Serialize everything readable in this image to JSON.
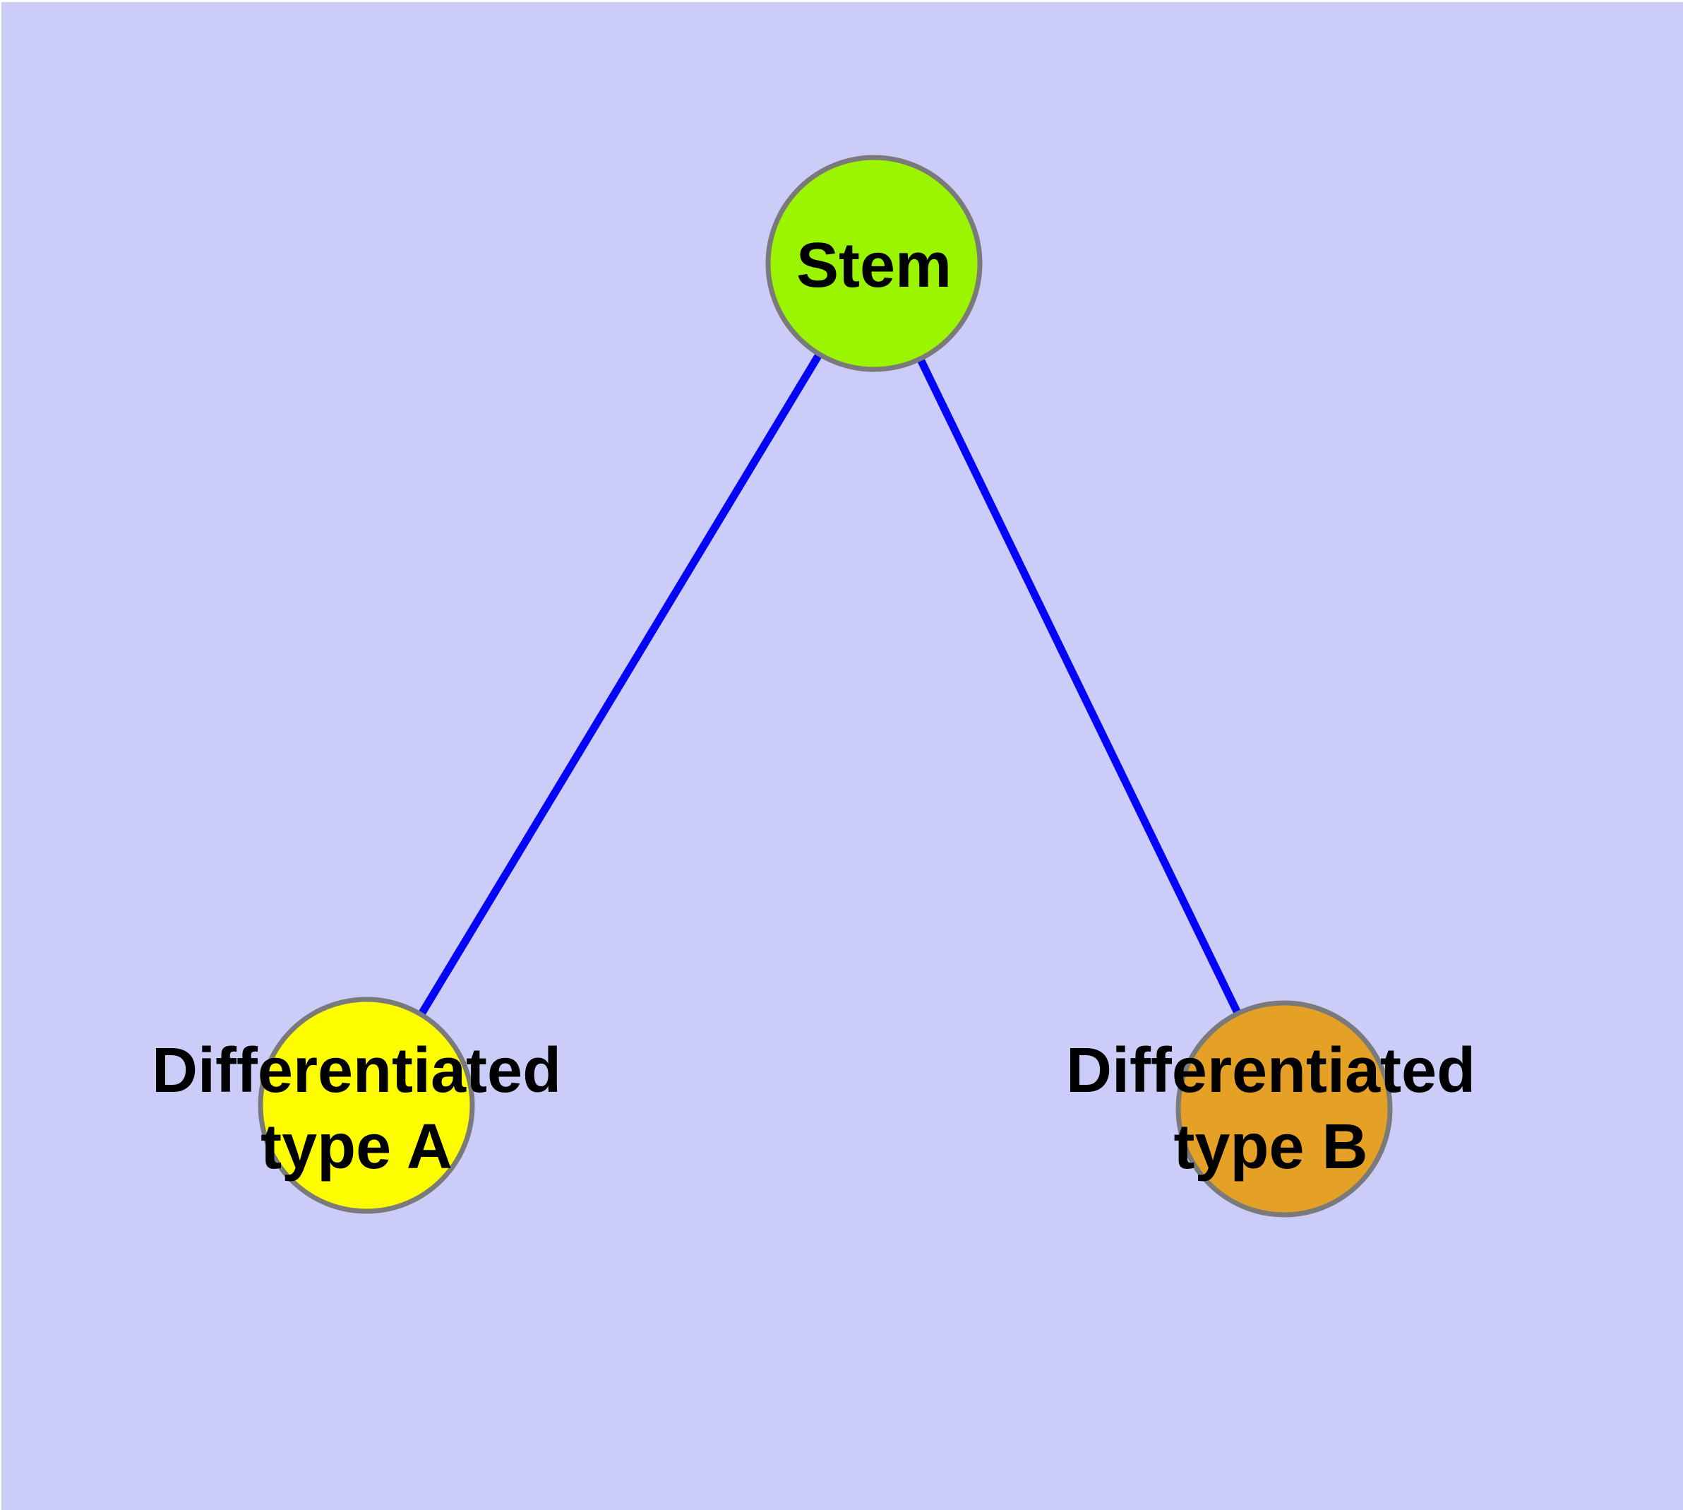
{
  "colors": {
    "background": "#CCCCF9",
    "edge": "#0404F8",
    "node_border": "#7A7A7A",
    "label_text": "#000000"
  },
  "diagram": {
    "title": "",
    "nodes": [
      {
        "id": "stem",
        "label": "Stem",
        "fill": "#9BF400"
      },
      {
        "id": "type-a",
        "label": "Differentiated\ntype A",
        "fill": "#FDFD00"
      },
      {
        "id": "type-b",
        "label": "Differentiated\ntype B",
        "fill": "#E5A026"
      }
    ],
    "edges": [
      {
        "from": "stem",
        "to": "type-a"
      },
      {
        "from": "stem",
        "to": "type-b"
      }
    ]
  }
}
